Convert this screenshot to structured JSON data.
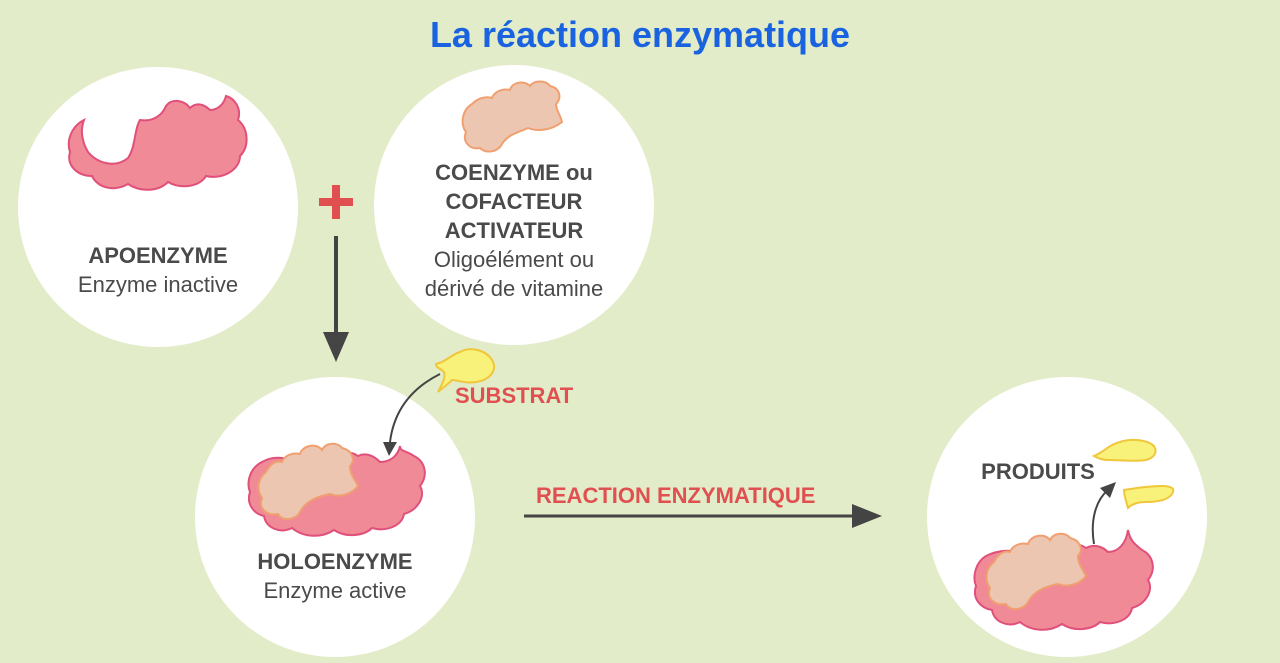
{
  "title": "La réaction enzymatique",
  "apoenzyme": {
    "name": "APOENZYME",
    "desc": "Enzyme inactive"
  },
  "coenzyme": {
    "line1": "COENZYME ou",
    "line2": "COFACTEUR",
    "line3": "ACTIVATEUR",
    "line4": "Oligoélément ou",
    "line5": "dérivé de vitamine"
  },
  "operator": "+",
  "holoenzyme": {
    "name": "HOLOENZYME",
    "desc": "Enzyme active"
  },
  "substrat": "SUBSTRAT",
  "reaction": "REACTION ENZYMATIQUE",
  "produits": "PRODUITS",
  "colors": {
    "background": "#e3ecc9",
    "title": "#1a63e0",
    "enzyme_fill": "#ef8a96",
    "enzyme_stroke": "#e0507a",
    "coenzyme_fill": "#ecc6b0",
    "coenzyme_stroke": "#f0a070",
    "substrate_fill": "#f8f27a",
    "substrate_stroke": "#f0c63a",
    "red_text": "#e05050",
    "arrow": "#444444"
  }
}
